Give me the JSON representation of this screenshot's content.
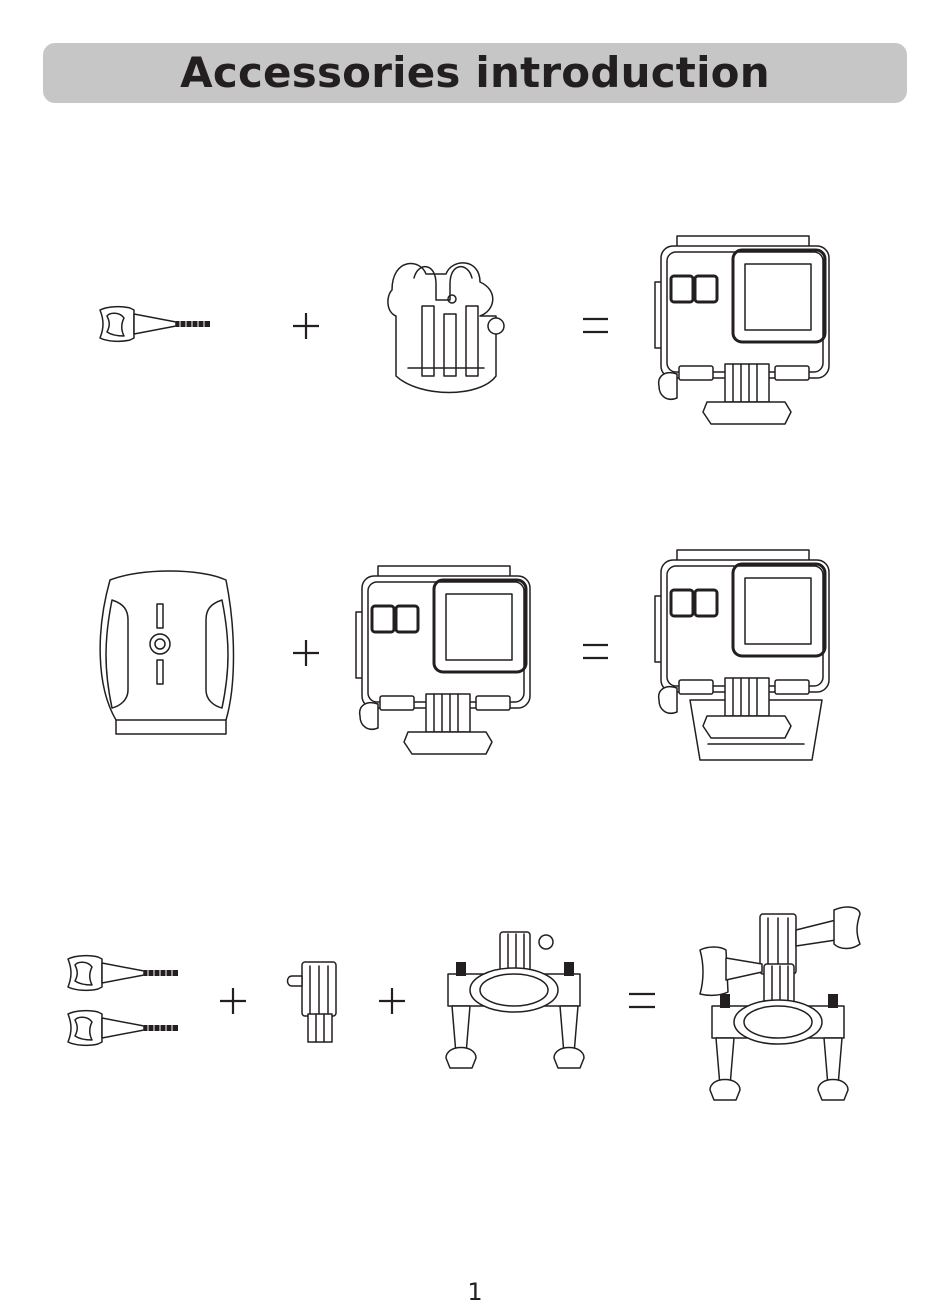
{
  "header": {
    "title": "Accessories introduction"
  },
  "footer": {
    "page_number": "1"
  },
  "rows": [
    {
      "row": 1,
      "items": [
        "thumb-screw",
        "plus",
        "buckle-mount",
        "equals",
        "housing-with-buckle"
      ]
    },
    {
      "row": 2,
      "items": [
        "curved-adhesive-base",
        "plus",
        "housing",
        "equals",
        "housing-on-base"
      ]
    },
    {
      "row": 3,
      "items": [
        "thumb-screw",
        "thumb-screw",
        "plus",
        "pivot-arm",
        "plus",
        "handlebar-mount",
        "equals",
        "handlebar-assembly"
      ]
    }
  ],
  "icons": {
    "plus": "plus-icon",
    "equals": "equals-icon"
  },
  "colors": {
    "title_bar": "#c6c6c6",
    "ink": "#231f20",
    "background": "#ffffff"
  }
}
